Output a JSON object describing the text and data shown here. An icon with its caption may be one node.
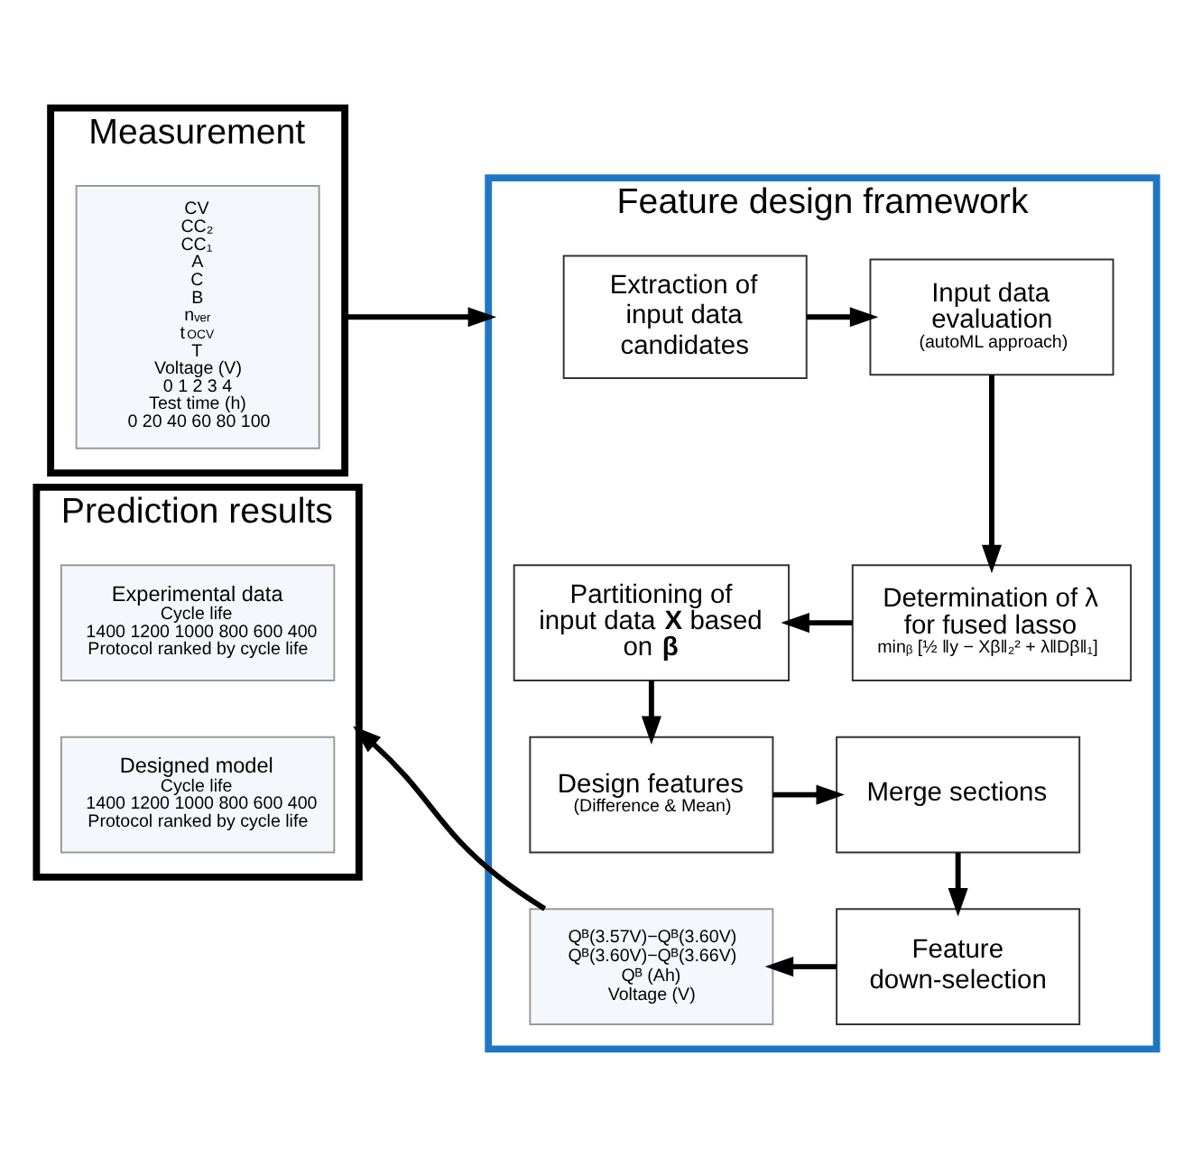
{
  "diagram": {
    "nodes": [
      {
        "text": [
          "Measurement"
        ]
      },
      {
        "text": [
          "CV",
          "CC₂",
          "CC₁",
          "A",
          "C",
          "B",
          "nᵥₑᵣ",
          "t$_{OCV}$",
          "T",
          "Voltage (V)",
          "0 1 2 3 4",
          "Test time (h)",
          "0 20 40 60 80 100"
        ],
        "in": 0
      },
      {
        "text": [
          "Feature design framework"
        ]
      },
      {
        "text": [
          "Extraction of input data candidates"
        ],
        "in": 2
      },
      {
        "text": [
          "Input data evaluation",
          "(autoML approach)"
        ],
        "in": 2
      },
      {
        "text": [
          "Partitioning of input data **X** based on **β**"
        ],
        "in": 2
      },
      {
        "text": [
          "Determination of λ for fused lasso",
          "minᵦ [½ ‖y − Xβ‖₂² + λ‖Dβ‖₁]"
        ],
        "in": 2
      },
      {
        "text": [
          "Design features",
          "(Difference & Mean)"
        ],
        "in": 2
      },
      {
        "text": [
          "Merge sections"
        ],
        "in": 2
      },
      {
        "text": [
          "Qᴮ(3.57V)−Qᴮ(3.60V)",
          "Qᴮ(3.60V)−Qᴮ(3.66V)",
          "Qᴮ (Ah)",
          "Voltage (V)"
        ],
        "in": 2
      },
      {
        "text": [
          "Feature down-selection"
        ],
        "in": 2
      },
      {
        "text": [
          "Prediction results"
        ]
      },
      {
        "text": [
          "Experimental data",
          "Cycle life",
          "1400 1200 1000 800 600 400",
          "Protocol ranked by cycle life"
        ],
        "in": 11
      },
      {
        "text": [
          "Designed model",
          "Cycle life",
          "1400 1200 1000 800 600 400",
          "Protocol ranked by cycle life"
        ],
        "in": 11
      }
    ],
    "edges": [
      {
        "from": 0,
        "to": 2,
        "arrow": "to"
      },
      {
        "from": 3,
        "to": 4,
        "arrow": "to"
      },
      {
        "from": 4,
        "to": 6,
        "arrow": "to"
      },
      {
        "from": 6,
        "to": 5,
        "arrow": "to"
      },
      {
        "from": 5,
        "to": 7,
        "arrow": "to"
      },
      {
        "from": 7,
        "to": 8,
        "arrow": "to"
      },
      {
        "from": 8,
        "to": 10,
        "arrow": "to"
      },
      {
        "from": 10,
        "to": 9,
        "arrow": "to"
      },
      {
        "from": 9,
        "to": 11,
        "arrow": "to"
      }
    ]
  }
}
